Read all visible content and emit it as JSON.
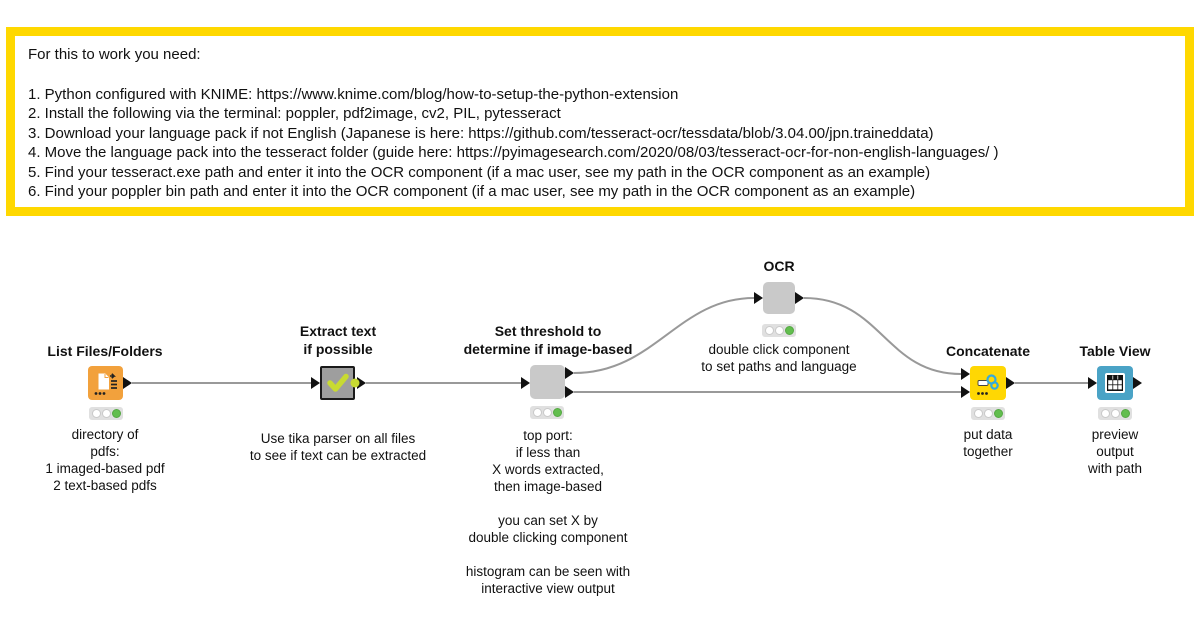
{
  "annotation": {
    "title": "For this to work you need:",
    "items": [
      "1. Python configured with KNIME: https://www.knime.com/blog/how-to-setup-the-python-extension",
      "2. Install the following via the terminal: poppler, pdf2image, cv2, PIL, pytesseract",
      "3. Download your language pack if not English (Japanese is here: https://github.com/tesseract-ocr/tessdata/blob/3.04.00/jpn.traineddata)",
      "4. Move the language pack into the tesseract folder (guide here: https://pyimagesearch.com/2020/08/03/tesseract-ocr-for-non-english-languages/ )",
      "5. Find your tesseract.exe path and enter it into the OCR component (if a mac user, see my path in the OCR component as an example)",
      "6. Find your poppler bin path and enter it into the OCR component (if a mac user, see my path in the OCR component as an example)"
    ]
  },
  "workflow": {
    "nodes": {
      "list_files": {
        "title": "List Files/Folders",
        "caption": "directory of\npdfs:\n1 imaged-based pdf\n2 text-based pdfs"
      },
      "extract": {
        "title": "Extract text\nif possible",
        "caption": "Use tika parser on all files\nto see if text can be extracted"
      },
      "threshold": {
        "title": "Set threshold to\ndetermine if image-based",
        "caption": "top port:\nif less than\nX words extracted,\nthen image-based\n\nyou can set X by\ndouble clicking component\n\nhistogram can be seen with\ninteractive view output"
      },
      "ocr": {
        "title": "OCR",
        "caption": "double click component\nto set paths and language"
      },
      "concatenate": {
        "title": "Concatenate",
        "caption": "put data\ntogether"
      },
      "table_view": {
        "title": "Table View",
        "caption": "preview output\nwith path"
      }
    },
    "status": {
      "state": "executed"
    },
    "colors": {
      "annotation_border": "#FFD800",
      "node_orange": "#F2A13C",
      "node_metanode_gray": "#9E9E9E",
      "node_component_gray": "#C9C9C9",
      "node_yellow": "#FFD703",
      "node_blue": "#4AA3C6",
      "check_lime": "#C8DA32",
      "status_green": "#62BE4E",
      "wire_gray": "#999999"
    }
  }
}
